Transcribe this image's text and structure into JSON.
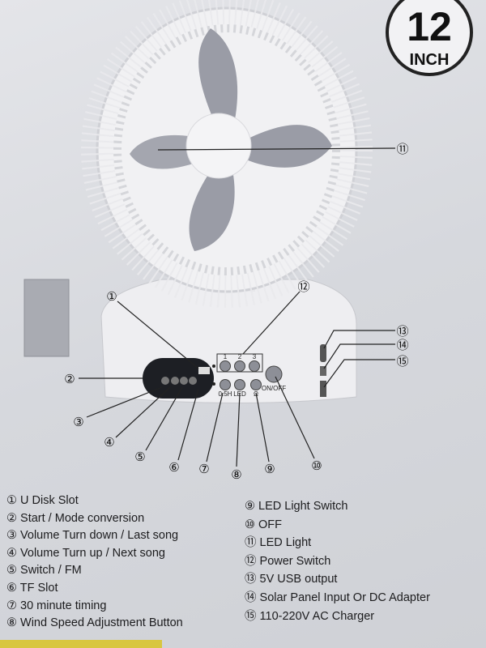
{
  "badge": {
    "size": "12",
    "unit": "INCH"
  },
  "callouts": [
    "①",
    "②",
    "③",
    "④",
    "⑤",
    "⑥",
    "⑦",
    "⑧",
    "⑨",
    "⑩",
    "⑪",
    "⑫",
    "⑬",
    "⑭",
    "⑮"
  ],
  "panel": {
    "speed_labels": [
      "1",
      "2",
      "3"
    ],
    "button_labels": [
      "0.5H",
      "LED",
      "Ω"
    ],
    "power_label": "ON/OFF"
  },
  "legend_left": [
    "① U Disk Slot",
    "② Start / Mode conversion",
    "③ Volume Turn down / Last song",
    "④ Volume Turn up / Next song",
    "⑤ Switch / FM",
    "⑥ TF Slot",
    "⑦ 30 minute timing",
    "⑧ Wind Speed Adjustment Button"
  ],
  "legend_right": [
    "⑨ LED Light Switch",
    "⑩ OFF",
    "⑪ LED Light",
    "⑫ Power Switch",
    "⑬ 5V USB output",
    "⑭ Solar Panel Input Or DC Adapter",
    "⑮ 110-220V AC Charger"
  ],
  "colors": {
    "fan": "#f1f1f3",
    "blade": "#9a9ca6",
    "display": "#1d1f24"
  }
}
